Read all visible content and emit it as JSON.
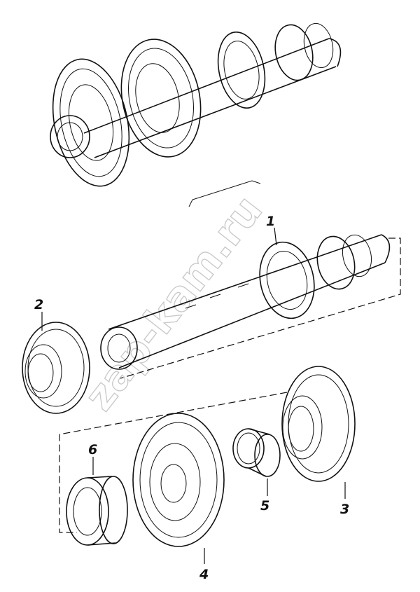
{
  "callouts": {
    "c1": "1",
    "c2": "2",
    "c3": "3",
    "c4": "4",
    "c5": "5",
    "c6": "6"
  },
  "watermark": "zap-kam.ru",
  "icons": [
    "gear-icon",
    "bearing-icon",
    "shaft-icon",
    "ring-icon"
  ],
  "colors": {
    "line": "#111111",
    "watermark": "#c8c8c8",
    "background": "#ffffff"
  }
}
